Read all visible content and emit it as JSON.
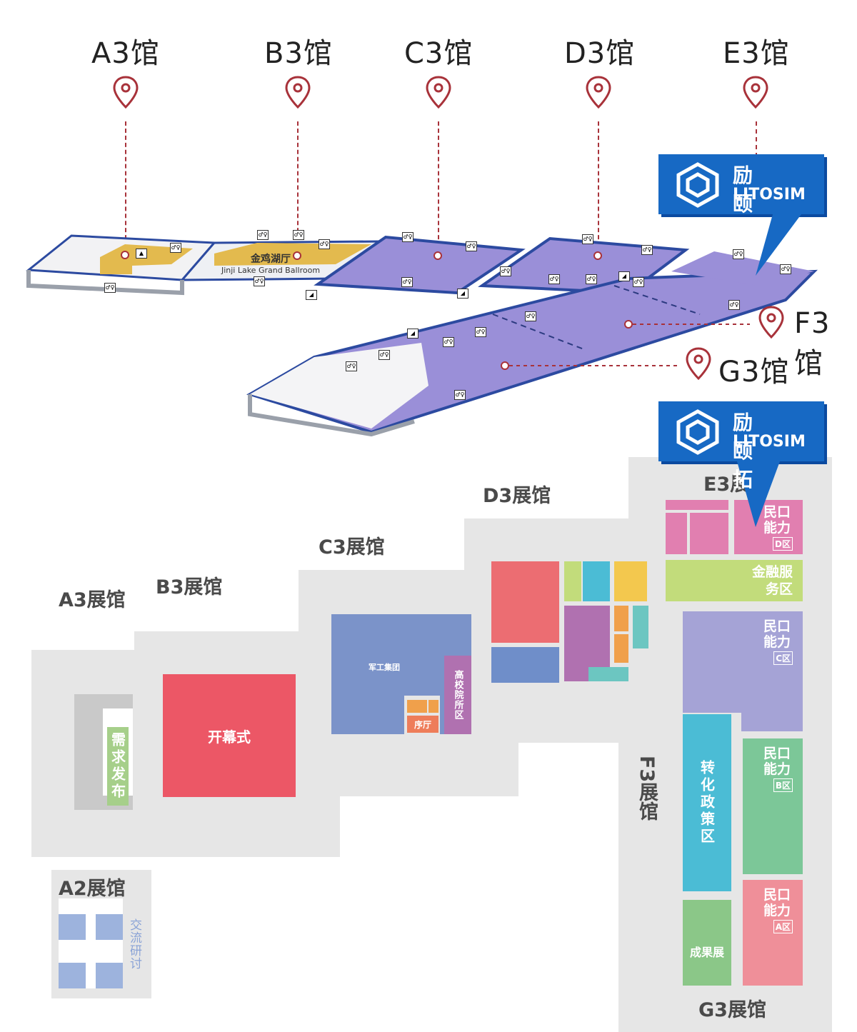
{
  "top_map": {
    "halls": [
      "A3馆",
      "B3馆",
      "C3馆",
      "D3馆",
      "E3馆"
    ],
    "side_halls": [
      "F3馆",
      "G3馆"
    ],
    "ballroom_cn": "金鸡湖厅",
    "ballroom_en": "Jinji Lake Grand Ballroom"
  },
  "brand": {
    "cn": "励颐拓",
    "en": "LITOSIM"
  },
  "floor_plan": {
    "hall_labels": {
      "a3": "A3展馆",
      "b3": "B3展馆",
      "c3": "C3展馆",
      "d3": "D3展馆",
      "e3": "E3展馆",
      "f3": "F3展馆",
      "g3": "G3展馆",
      "a2": "A2展馆"
    },
    "zones": {
      "demand": "需求发布",
      "opening": "开幕式",
      "military_group": "军工集团",
      "university": "高校院所区",
      "hall_room": "序厅",
      "finance": "金融服务区",
      "transform": "转化政策区",
      "achievement": "成果展",
      "civil_d": "民口能力",
      "civil_d_tag": "D区",
      "civil_c": "民口能力",
      "civil_c_tag": "C区",
      "civil_b": "民口能力",
      "civil_b_tag": "B区",
      "civil_a": "民口能力",
      "civil_a_tag": "A区",
      "exchange": "交流研讨"
    }
  },
  "colors": {
    "pin": "#a8323a",
    "brand_blue": "#1769c4",
    "floor_grey": "#e6e6e6",
    "opening_red": "#ec5766",
    "military_blue": "#7b93c9",
    "university_purple": "#b071b0",
    "finance_green": "#c2dc7b",
    "transform_cyan": "#4bbcd5",
    "achievement_green": "#8bc788",
    "civil_pink": "#e17fb0",
    "civil_purple": "#a5a3d6",
    "civil_green": "#7cc798",
    "civil_rose": "#ef8f99"
  }
}
